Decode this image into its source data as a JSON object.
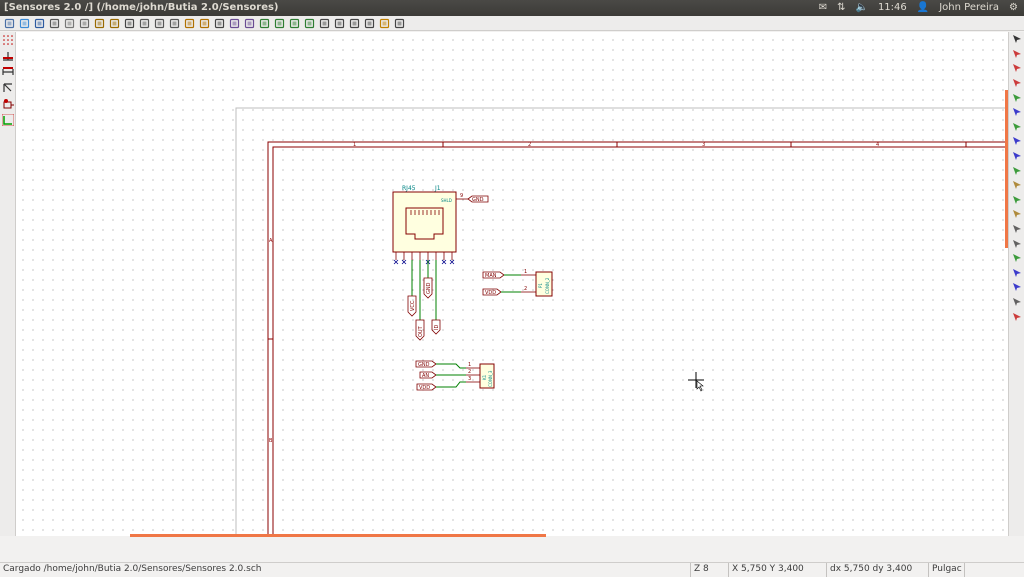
{
  "window": {
    "title": "[Sensores 2.0 /] (/home/john/Butia 2.0/Sensores)",
    "user": "John Pereira",
    "time": "11:46"
  },
  "toolbar": {
    "buttons": [
      "new-icon",
      "open-icon",
      "save-icon",
      "sheet-setup-icon",
      "page-icon",
      "hierarchy-icon",
      "undo-icon",
      "redo-icon",
      "print-icon",
      "cut-icon",
      "copy-icon",
      "paste-icon",
      "undo-icon",
      "redo-icon",
      "find-icon",
      "library-icon",
      "library-browser-icon",
      "zoom-in-icon",
      "zoom-out-icon",
      "zoom-redraw-icon",
      "zoom-fit-icon",
      "netlist-icon",
      "annotate-icon",
      "erc-icon",
      "bom-icon",
      "cvpcb-icon",
      "pcbnew-icon"
    ]
  },
  "schematic": {
    "border_columns": [
      "1",
      "2",
      "3",
      "4"
    ],
    "border_rows": [
      "A",
      "B"
    ],
    "rj45": {
      "value": "RJ45",
      "ref": "J1",
      "pin9": "9",
      "shield": "SHLD"
    },
    "labels": {
      "gnd_j1": "GND",
      "vcc": "VCC",
      "out": "OUT",
      "gnd": "GND",
      "id": "ID",
      "man": "MAN",
      "vdd_1": "VDD",
      "gnd_2": "GND",
      "an": "AN",
      "vdd_2": "VDD"
    },
    "connector1": {
      "ref": "P1",
      "value": "CONN_2",
      "pins": [
        "1",
        "2"
      ]
    },
    "connector2": {
      "ref": "K1",
      "value": "CONN_3",
      "pins": [
        "1",
        "2",
        "3"
      ]
    }
  },
  "status": {
    "message": "Cargado /home/john/Butia 2.0/Sensores/Sensores 2.0.sch",
    "zoom": "Z 8",
    "coords": "X 5,750  Y 3,400",
    "delta": "dx 5,750  dy 3,400",
    "units": "Pulgac"
  },
  "colors": {
    "border": "#8b0000",
    "wire": "#008000",
    "component": "#840000",
    "label": "#800000",
    "teal": "#008484",
    "accent": "#f07746"
  }
}
